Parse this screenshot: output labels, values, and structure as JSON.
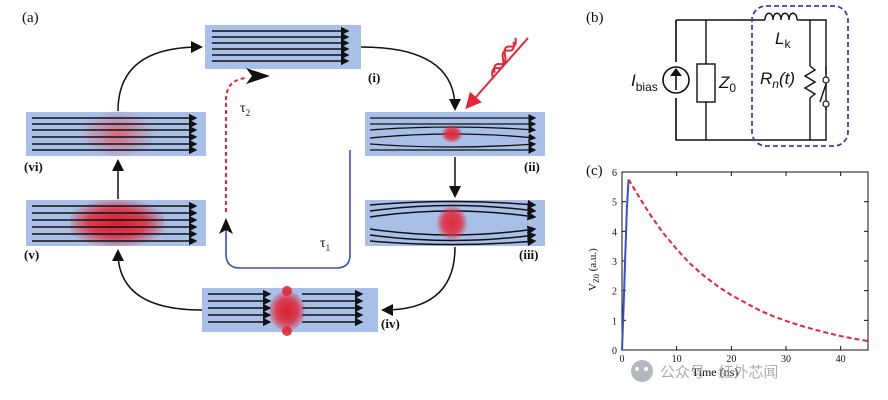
{
  "panel_a": {
    "label": "(a)",
    "stages": {
      "i": "(i)",
      "ii": "(ii)",
      "iii": "(iii)",
      "iv": "(iv)",
      "v": "(v)",
      "vi": "(vi)"
    },
    "tau1": "τ",
    "tau1_sub": "1",
    "tau2": "τ",
    "tau2_sub": "2"
  },
  "panel_b": {
    "label": "(b)",
    "ibias_main": "I",
    "ibias_sub": "bias",
    "z0_main": "Z",
    "z0_sub": "0",
    "lk_main": "L",
    "lk_sub": "k",
    "rn_text": "R",
    "rn_sub": "n",
    "rn_arg": "(t)"
  },
  "panel_c": {
    "label": "(c)",
    "chart_data": {
      "type": "line",
      "xlabel": "Time (ns)",
      "ylabel_main": "V",
      "ylabel_sub": "Z0",
      "ylabel_unit": " (a.u.)",
      "xlim": [
        0,
        45
      ],
      "ylim": [
        0,
        6
      ],
      "xticks": [
        "0",
        "10",
        "20",
        "30",
        "40"
      ],
      "yticks": [
        "0",
        "1",
        "2",
        "3",
        "4",
        "5",
        "6"
      ],
      "series": [
        {
          "style": "solid",
          "color": "#3a4fc4",
          "x": [
            0,
            0.3,
            0.6,
            0.9,
            1.2
          ],
          "y": [
            0,
            1.5,
            3.2,
            4.8,
            5.75
          ]
        },
        {
          "style": "dashed",
          "color": "#e0283a",
          "x": [
            1.2,
            3,
            5,
            7.5,
            10,
            12.5,
            15,
            17.5,
            20,
            22.5,
            25,
            27.5,
            30,
            32.5,
            35,
            37.5,
            40,
            42.5,
            45
          ],
          "y": [
            5.75,
            5.2,
            4.6,
            3.95,
            3.4,
            2.9,
            2.5,
            2.15,
            1.85,
            1.6,
            1.35,
            1.15,
            0.98,
            0.83,
            0.7,
            0.58,
            0.47,
            0.38,
            0.3
          ]
        }
      ]
    }
  },
  "watermark": "公众号 · 红外芯闻",
  "colors": {
    "strip": "#a8bfe8",
    "hotspot": "#e0283a",
    "flow": "#111111",
    "dashed_box": "#3b3fb0"
  }
}
